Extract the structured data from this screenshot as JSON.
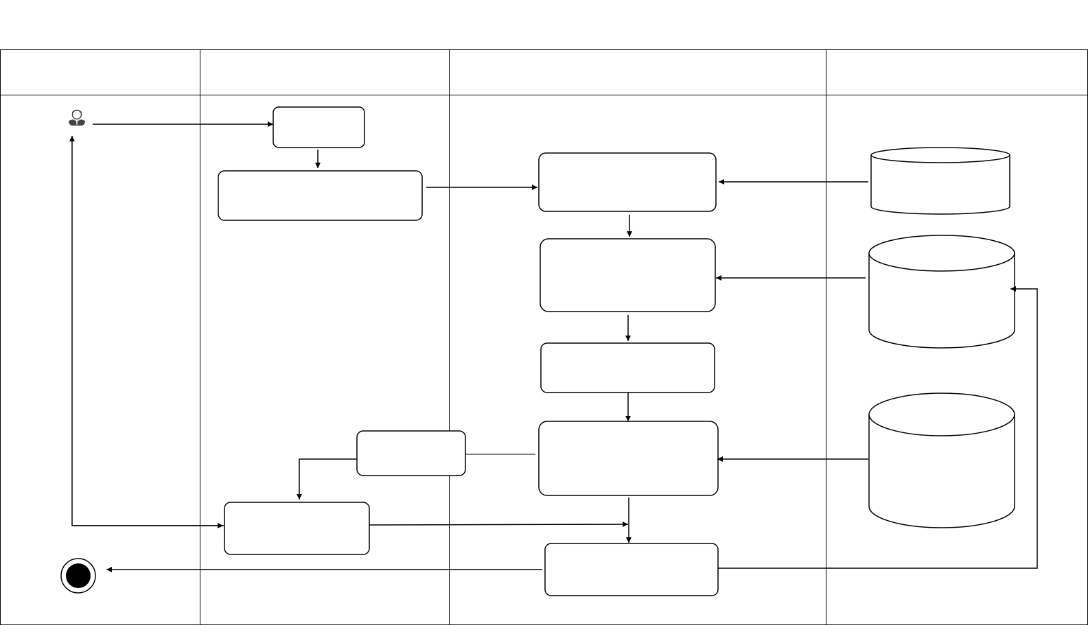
{
  "diagram": {
    "type": "swimlane-activity",
    "lanes": [
      {
        "id": "lane-1",
        "title": ""
      },
      {
        "id": "lane-2",
        "title": ""
      },
      {
        "id": "lane-3",
        "title": ""
      },
      {
        "id": "lane-4",
        "title": ""
      }
    ],
    "nodes": [
      {
        "id": "user-actor",
        "kind": "actor",
        "label": ""
      },
      {
        "id": "activity-1",
        "kind": "activity",
        "label": ""
      },
      {
        "id": "activity-2",
        "kind": "activity",
        "label": ""
      },
      {
        "id": "activity-3",
        "kind": "activity",
        "label": ""
      },
      {
        "id": "activity-4",
        "kind": "activity",
        "label": ""
      },
      {
        "id": "activity-5",
        "kind": "activity",
        "label": ""
      },
      {
        "id": "activity-6",
        "kind": "activity",
        "label": ""
      },
      {
        "id": "activity-7",
        "kind": "activity",
        "label": ""
      },
      {
        "id": "activity-8",
        "kind": "activity",
        "label": ""
      },
      {
        "id": "activity-9",
        "kind": "activity",
        "label": ""
      },
      {
        "id": "database-1",
        "kind": "datastore",
        "label": ""
      },
      {
        "id": "database-2",
        "kind": "datastore",
        "label": ""
      },
      {
        "id": "database-3",
        "kind": "datastore",
        "label": ""
      },
      {
        "id": "final-node",
        "kind": "end",
        "label": ""
      }
    ],
    "edges": [
      {
        "from": "user-actor",
        "to": "activity-1"
      },
      {
        "from": "activity-1",
        "to": "activity-2"
      },
      {
        "from": "activity-2",
        "to": "activity-3"
      },
      {
        "from": "database-1",
        "to": "activity-3"
      },
      {
        "from": "activity-3",
        "to": "activity-4"
      },
      {
        "from": "database-2",
        "to": "activity-4"
      },
      {
        "from": "activity-4",
        "to": "activity-5"
      },
      {
        "from": "activity-5",
        "to": "activity-6"
      },
      {
        "from": "database-3",
        "to": "activity-6"
      },
      {
        "from": "activity-6",
        "to": "activity-7"
      },
      {
        "from": "activity-7",
        "to": "activity-8"
      },
      {
        "from": "activity-8",
        "to": "user-actor"
      },
      {
        "from": "activity-8",
        "to": "activity-9"
      },
      {
        "from": "activity-6",
        "to": "activity-9"
      },
      {
        "from": "activity-9",
        "to": "final-node"
      },
      {
        "from": "activity-9",
        "to": "database-2"
      }
    ]
  },
  "colors": {
    "stroke": "#000000",
    "background": "#ffffff"
  }
}
